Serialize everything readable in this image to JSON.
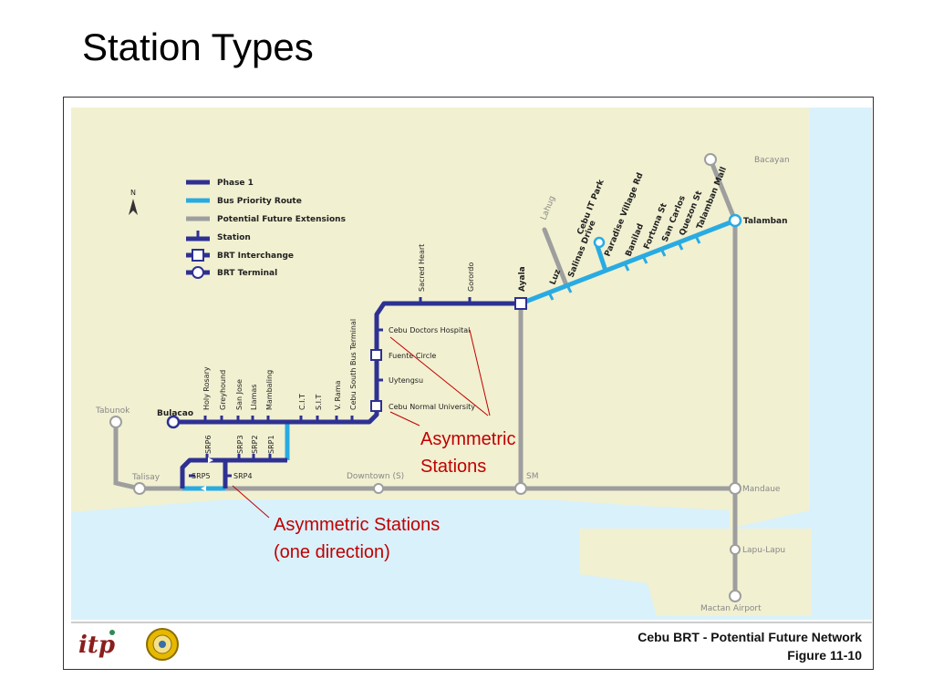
{
  "slide": {
    "title": "Station Types"
  },
  "legend": {
    "phase1": "Phase 1",
    "bus_priority": "Bus Priority Route",
    "future": "Potential Future Extensions",
    "station": "Station",
    "interchange": "BRT Interchange",
    "terminal": "BRT Terminal",
    "north": "N"
  },
  "stations": {
    "bacayan": "Bacayan",
    "talamban": "Talamban",
    "talamban_mall": "Talamban Mall",
    "quezon": "Quezon St",
    "san_carlos": "San Carlos",
    "fortuna": "Fortuna St",
    "banilad": "Banilad",
    "paradise": "Paradise Village Rd",
    "cebu_it": "Cebu IT Park",
    "salinas": "Salinas Drive",
    "lahug": "Lahug",
    "luz": "Luz",
    "ayala": "Ayala",
    "gorordo": "Gorordo",
    "sacred_heart": "Sacred Heart",
    "cebu_doctors": "Cebu Doctors Hospital",
    "fuente": "Fuente Circle",
    "uytengsu": "Uytengsu",
    "cnu": "Cebu Normal University",
    "cebu_south": "Cebu South Bus Terminal",
    "v_rama": "V. Rama",
    "sit": "S.I.T",
    "cit": "C.I.T",
    "mambaling": "Mambaling",
    "llamas": "Llamas",
    "san_jose": "San Jose",
    "greyhound": "Greyhound",
    "holy_rosary": "Holy Rosary",
    "bulacao": "Bulacao",
    "tabunok": "Tabunok",
    "talisay": "Talisay",
    "srp1": "SRP1",
    "srp2": "SRP2",
    "srp3": "SRP3",
    "srp4": "SRP4",
    "srp5": "SRP5",
    "srp6": "SRP6",
    "downtown": "Downtown (S)",
    "sm": "SM",
    "mandaue": "Mandaue",
    "lapu_lapu": "Lapu-Lapu",
    "mactan": "Mactan Airport"
  },
  "annotations": {
    "asym_line1": "Asymmetric",
    "asym_line2": "Stations",
    "asym_one_line1": "Asymmetric Stations",
    "asym_one_line2": "(one direction)"
  },
  "footer": {
    "title": "Cebu BRT - Potential Future Network",
    "figure": "Figure 11-10",
    "logo_text": "itp"
  },
  "colors": {
    "phase1": "#2e3192",
    "bus_priority": "#29abe2",
    "future": "#9e9e9e",
    "land": "#f1f0d1",
    "water": "#d9f1fb",
    "annotation": "#c00000"
  }
}
